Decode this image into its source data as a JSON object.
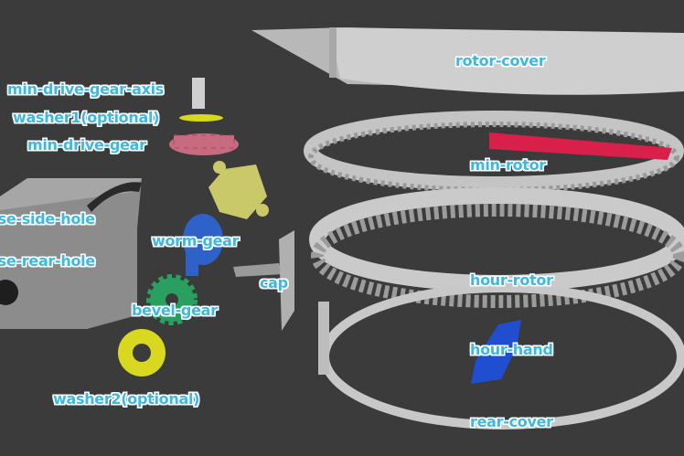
{
  "labels": {
    "rotor_cover": "rotor-cover",
    "min_drive_gear_axis": "min-drive-gear-axis",
    "washer1": "washer1(optional)",
    "min_drive_gear": "min-drive-gear",
    "min_rotor": "min-rotor",
    "case_side_hole": "case-side-hole",
    "worm_gear": "worm-gear",
    "case_rear_hole": "case-rear-hole",
    "hour_rotor": "hour-rotor",
    "cap": "cap",
    "bevel_gear": "bevel-gear",
    "hour_hand": "hour-hand",
    "washer2": "washer2(optional)",
    "rear_cover": "rear-cover"
  },
  "colors": {
    "background": "#3b3b3b",
    "label": "#3fb8e0",
    "part_gray": "#c8c8c8",
    "min_rotor_red": "#d8204a",
    "min_drive_gear_pink": "#c86a80",
    "motor_yellow": "#c9c96a",
    "worm_gear_blue": "#2f62c8",
    "bevel_gear_green": "#2aa060",
    "washer_yellow": "#d8d820",
    "hour_hand_blue": "#1f4fd0"
  }
}
